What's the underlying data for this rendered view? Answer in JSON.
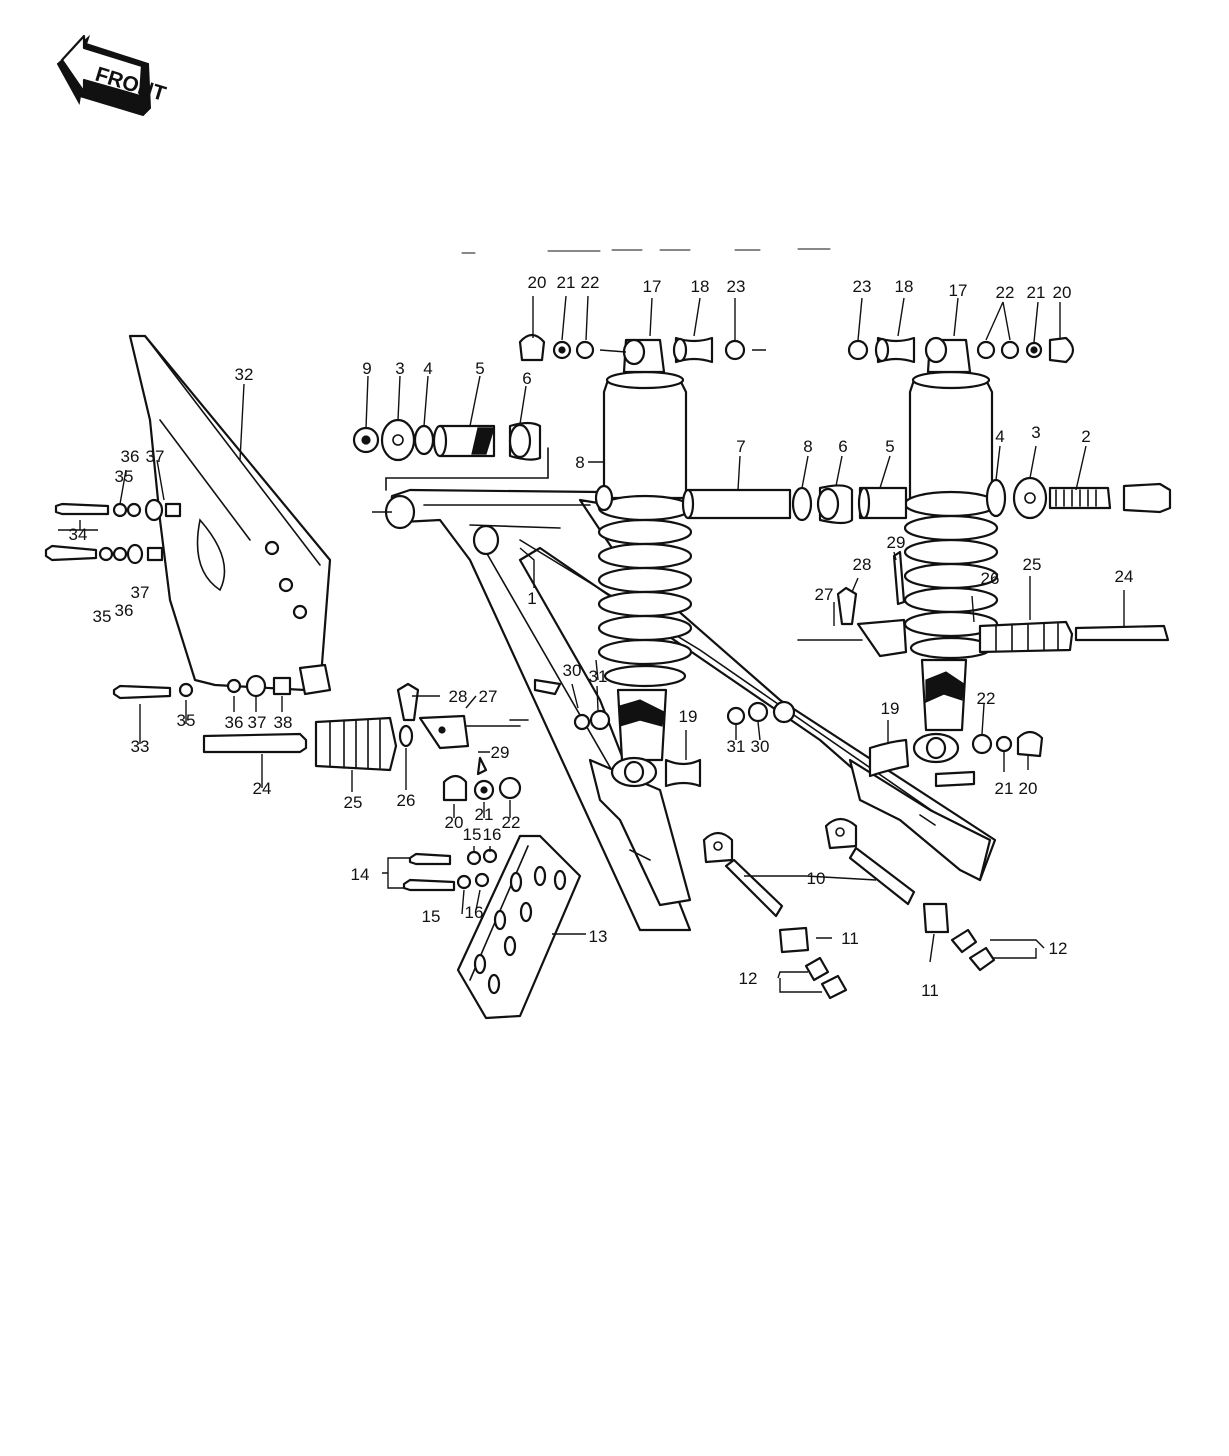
{
  "front_label": "FRONT",
  "labels": {
    "l1": "1",
    "l2": "2",
    "l3a": "3",
    "l3b": "3",
    "l4a": "4",
    "l4b": "4",
    "l5a": "5",
    "l5b": "5",
    "l6a": "6",
    "l6b": "6",
    "l7": "7",
    "l8a": "8",
    "l8b": "8",
    "l9": "9",
    "l10": "10",
    "l11a": "11",
    "l11b": "11",
    "l12a": "12",
    "l12b": "12",
    "l13": "13",
    "l14": "14",
    "l15a": "15",
    "l15b": "15",
    "l16a": "16",
    "l16b": "16",
    "l17a": "17",
    "l17b": "17",
    "l18a": "18",
    "l18b": "18",
    "l19a": "19",
    "l19b": "19",
    "l20a": "20",
    "l20b": "20",
    "l20c": "20",
    "l20d": "20",
    "l21a": "21",
    "l21b": "21",
    "l21c": "21",
    "l21d": "21",
    "l22a": "22",
    "l22b": "22",
    "l22c": "22",
    "l22d": "22",
    "l23a": "23",
    "l23b": "23",
    "l24a": "24",
    "l24b": "24",
    "l25a": "25",
    "l25b": "25",
    "l26a": "26",
    "l26b": "26",
    "l27a": "27",
    "l27b": "27",
    "l28a": "28",
    "l28b": "28",
    "l29a": "29",
    "l29b": "29",
    "l30a": "30",
    "l30b": "30",
    "l31a": "31",
    "l31b": "31",
    "l32": "32",
    "l33": "33",
    "l34": "34",
    "l35a": "35",
    "l35b": "35",
    "l35c": "35",
    "l36a": "36",
    "l36b": "36",
    "l36c": "36",
    "l37a": "37",
    "l37b": "37",
    "l37c": "37",
    "l38": "38"
  }
}
